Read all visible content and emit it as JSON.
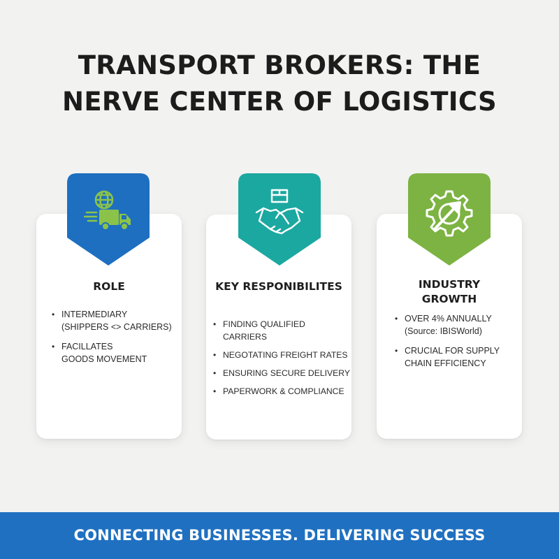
{
  "title": {
    "line1": "TRANSPORT BROKERS: THE",
    "line2": "NERVE CENTER OF LOGISTICS"
  },
  "cards": [
    {
      "heading": "ROLE",
      "icon": "globe-truck-icon",
      "color": "#1e6fc0",
      "bullets": [
        "INTERMEDIARY\n(SHIPPERS <> CARRIERS)",
        "FACILLATES\nGOODS MOVEMENT"
      ]
    },
    {
      "heading": "KEY RESPONIBILITES",
      "icon": "handshake-box-icon",
      "color": "#1ba8a0",
      "bullets": [
        "FINDING QUALIFIED CARRIERS",
        "NEGOTATING FREIGHT RATES",
        "ENSURING SECURE DELIVERY",
        "PAPERWORK & COMPLIANCE"
      ]
    },
    {
      "heading": "INDUSTRY\nGROWTH",
      "icon": "gear-arrow-icon",
      "color": "#7cb342",
      "bullets": [
        "OVER 4% ANNUALLY\n(Source: IBISWorld)",
        "CRUCIAL FOR SUPPLY\nCHAIN EFFICIENCY"
      ]
    }
  ],
  "footer": {
    "tagline": "CONNECTING BUSINESSES. DELIVERING SUCCESS"
  }
}
